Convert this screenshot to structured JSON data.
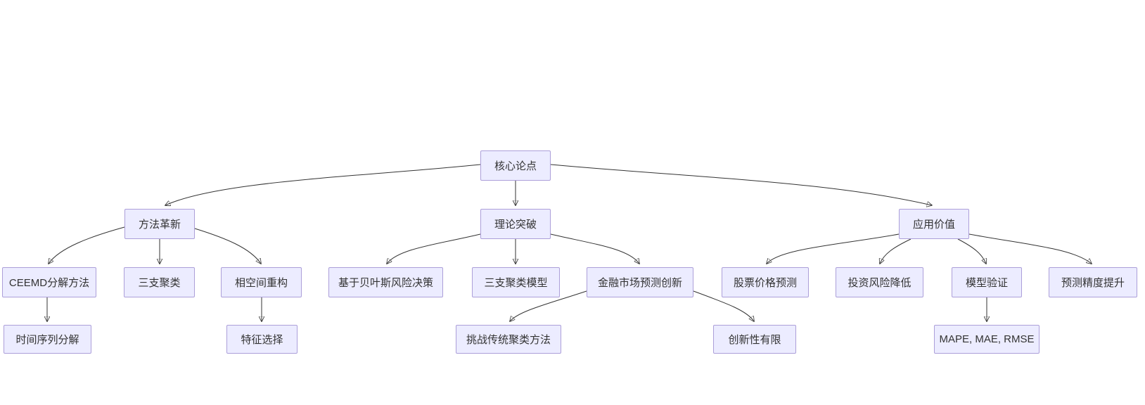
{
  "diagram": {
    "type": "flowchart",
    "direction": "top-down",
    "colors": {
      "background": "#FFFFFF",
      "node_fill": "#ECECFF",
      "node_border": "#AC9FD9",
      "node_text": "#333333",
      "edge": "#333333"
    },
    "nodes": {
      "core_thesis": {
        "label": "核心论点"
      },
      "method_innovation": {
        "label": "方法革新"
      },
      "theory_breakthrough": {
        "label": "理论突破"
      },
      "application_value": {
        "label": "应用价值"
      },
      "ceemd_decomposition": {
        "label": "CEEMD分解方法"
      },
      "three_way_clustering": {
        "label": "三支聚类"
      },
      "phase_space_reconstruction": {
        "label": "相空间重构"
      },
      "bayesian_risk_decision": {
        "label": "基于贝叶斯风险决策"
      },
      "three_way_clustering_model": {
        "label": "三支聚类模型"
      },
      "financial_market_prediction_innovation": {
        "label": "金融市场预测创新"
      },
      "stock_price_prediction": {
        "label": "股票价格预测"
      },
      "investment_risk_reduction": {
        "label": "投资风险降低"
      },
      "model_validation": {
        "label": "模型验证"
      },
      "prediction_accuracy_improvement": {
        "label": "预测精度提升"
      },
      "time_series_decomposition": {
        "label": "时间序列分解"
      },
      "feature_selection": {
        "label": "特征选择"
      },
      "challenge_traditional_clustering": {
        "label": "挑战传统聚类方法"
      },
      "limited_innovation": {
        "label": "创新性有限"
      },
      "mape_mae_rmse": {
        "label": "MAPE, MAE, RMSE"
      }
    },
    "edges": [
      {
        "from": "core_thesis",
        "to": "method_innovation"
      },
      {
        "from": "core_thesis",
        "to": "theory_breakthrough"
      },
      {
        "from": "core_thesis",
        "to": "application_value"
      },
      {
        "from": "method_innovation",
        "to": "ceemd_decomposition"
      },
      {
        "from": "method_innovation",
        "to": "three_way_clustering"
      },
      {
        "from": "method_innovation",
        "to": "phase_space_reconstruction"
      },
      {
        "from": "theory_breakthrough",
        "to": "bayesian_risk_decision"
      },
      {
        "from": "theory_breakthrough",
        "to": "three_way_clustering_model"
      },
      {
        "from": "theory_breakthrough",
        "to": "financial_market_prediction_innovation"
      },
      {
        "from": "application_value",
        "to": "stock_price_prediction"
      },
      {
        "from": "application_value",
        "to": "investment_risk_reduction"
      },
      {
        "from": "application_value",
        "to": "model_validation"
      },
      {
        "from": "application_value",
        "to": "prediction_accuracy_improvement"
      },
      {
        "from": "ceemd_decomposition",
        "to": "time_series_decomposition"
      },
      {
        "from": "phase_space_reconstruction",
        "to": "feature_selection"
      },
      {
        "from": "financial_market_prediction_innovation",
        "to": "challenge_traditional_clustering"
      },
      {
        "from": "financial_market_prediction_innovation",
        "to": "limited_innovation"
      },
      {
        "from": "model_validation",
        "to": "mape_mae_rmse"
      }
    ]
  }
}
